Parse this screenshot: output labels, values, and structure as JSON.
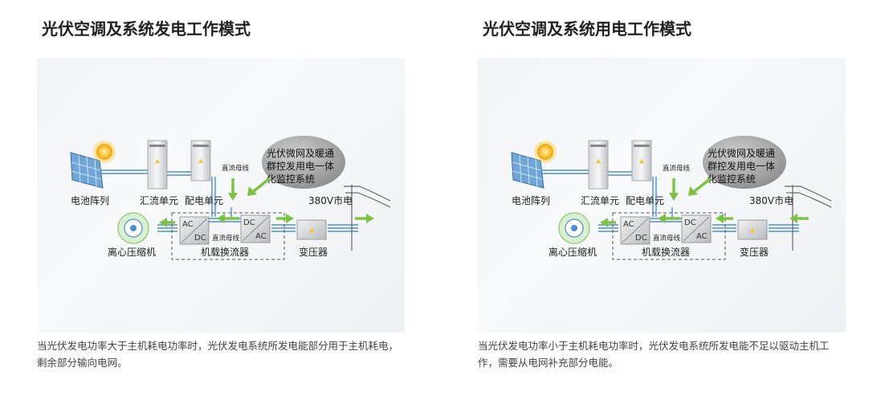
{
  "panels": [
    {
      "title": "光伏空调及系统发电工作模式",
      "caption": "当光伏发电功率大于主机耗电功率时，光伏发电系统所发电能部分用于主机耗电，剩余部分输向电网。",
      "cloud_lines": [
        "光伏微网及暖通",
        "群控发用电一体",
        "化监控系统"
      ],
      "labels": {
        "battery": "电池阵列",
        "combiner": "汇流单元",
        "distribution": "配电单元",
        "grid": "380V市电",
        "compressor": "离心压缩机",
        "converter": "机载换流器",
        "transformer": "变压器",
        "dc_bus_top": "直流母线",
        "dc_bus_mid": "直流母线",
        "ac1": "AC",
        "dc1": "DC",
        "dc2": "DC",
        "ac2": "AC"
      }
    },
    {
      "title": "光伏空调及系统用电工作模式",
      "caption": "当光伏发电功率小于主机耗电功率时，光伏发电系统所发电能不足以驱动主机工作，需要从电网补充部分电能。",
      "cloud_lines": [
        "光伏微网及暖通",
        "群控发用电一体",
        "化监控系统"
      ],
      "labels": {
        "battery": "电池阵列",
        "combiner": "汇流单元",
        "distribution": "配电单元",
        "grid": "380V市电",
        "compressor": "离心压缩机",
        "converter": "机载换流器",
        "transformer": "变压器",
        "dc_bus_top": "直流母线",
        "dc_bus_mid": "直流母线",
        "ac1": "AC",
        "dc1": "DC",
        "dc2": "DC",
        "ac2": "AC"
      }
    }
  ],
  "colors": {
    "arrow_green": "#7dc242",
    "wire_blue": "#4a8fd6",
    "cloud_gray": "#9a9a9a",
    "sun_yellow": "#f5b21b"
  }
}
